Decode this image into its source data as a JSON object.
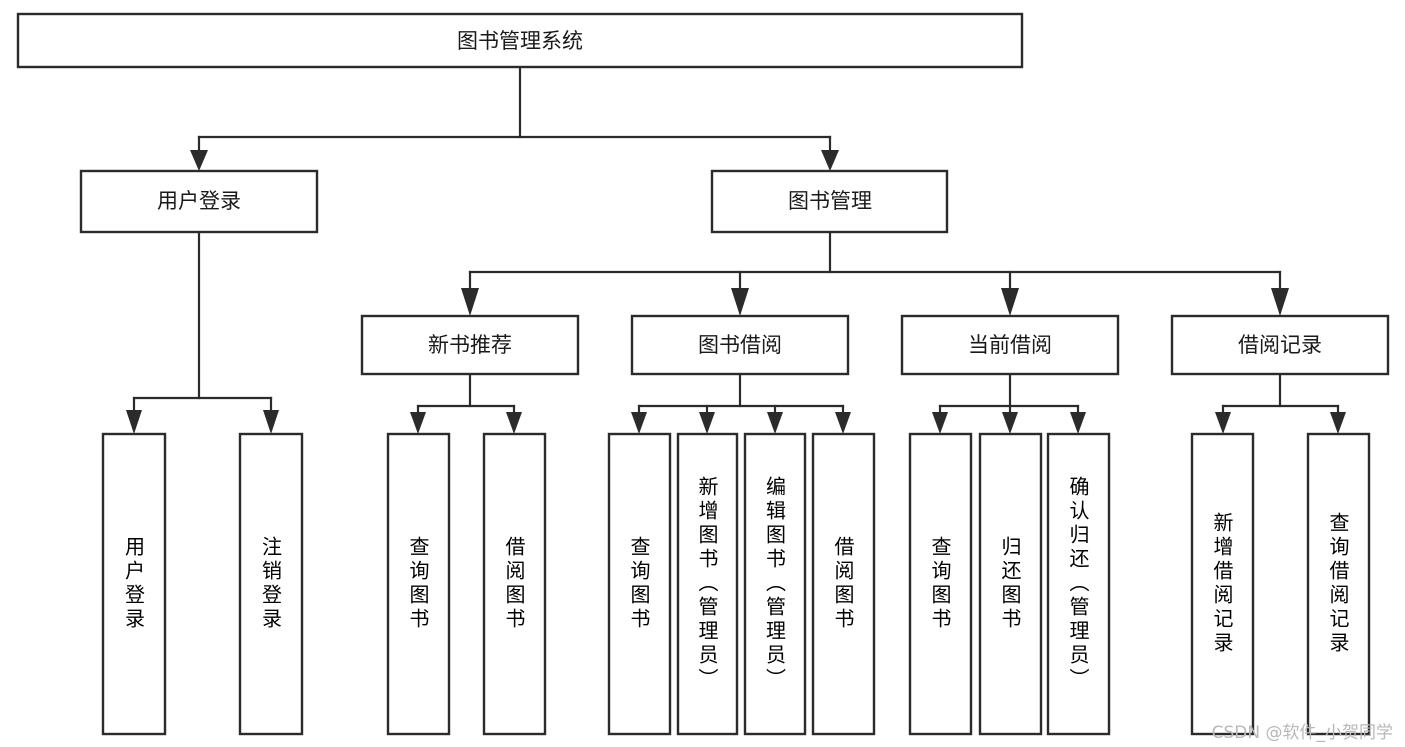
{
  "diagram": {
    "title": "图书管理系统",
    "type": "tree-hierarchy-chart",
    "watermark": "CSDN @软件_小贺同学",
    "colors": {
      "background": "#ffffff",
      "box_stroke": "#2b2b2b",
      "box_fill": "#ffffff",
      "text": "#1a1a1a",
      "watermark": "#b8b8b8"
    },
    "root": {
      "label": "图书管理系统"
    },
    "level2": [
      {
        "label": "用户登录"
      },
      {
        "label": "图书管理"
      }
    ],
    "level3": [
      {
        "label": "新书推荐"
      },
      {
        "label": "图书借阅"
      },
      {
        "label": "当前借阅"
      },
      {
        "label": "借阅记录"
      }
    ],
    "leaves": {
      "user_login": [
        {
          "label": "用户登录"
        },
        {
          "label": "注销登录"
        }
      ],
      "new_book_recommend": [
        {
          "label": "查询图书"
        },
        {
          "label": "借阅图书"
        }
      ],
      "book_borrow": [
        {
          "label": "查询图书"
        },
        {
          "label": "新增图书（管理员）"
        },
        {
          "label": "编辑图书（管理员）"
        },
        {
          "label": "借阅图书"
        }
      ],
      "current_borrow": [
        {
          "label": "查询图书"
        },
        {
          "label": "归还图书"
        },
        {
          "label": "确认归还（管理员）"
        }
      ],
      "borrow_record": [
        {
          "label": "新增借阅记录"
        },
        {
          "label": "查询借阅记录"
        }
      ]
    }
  }
}
